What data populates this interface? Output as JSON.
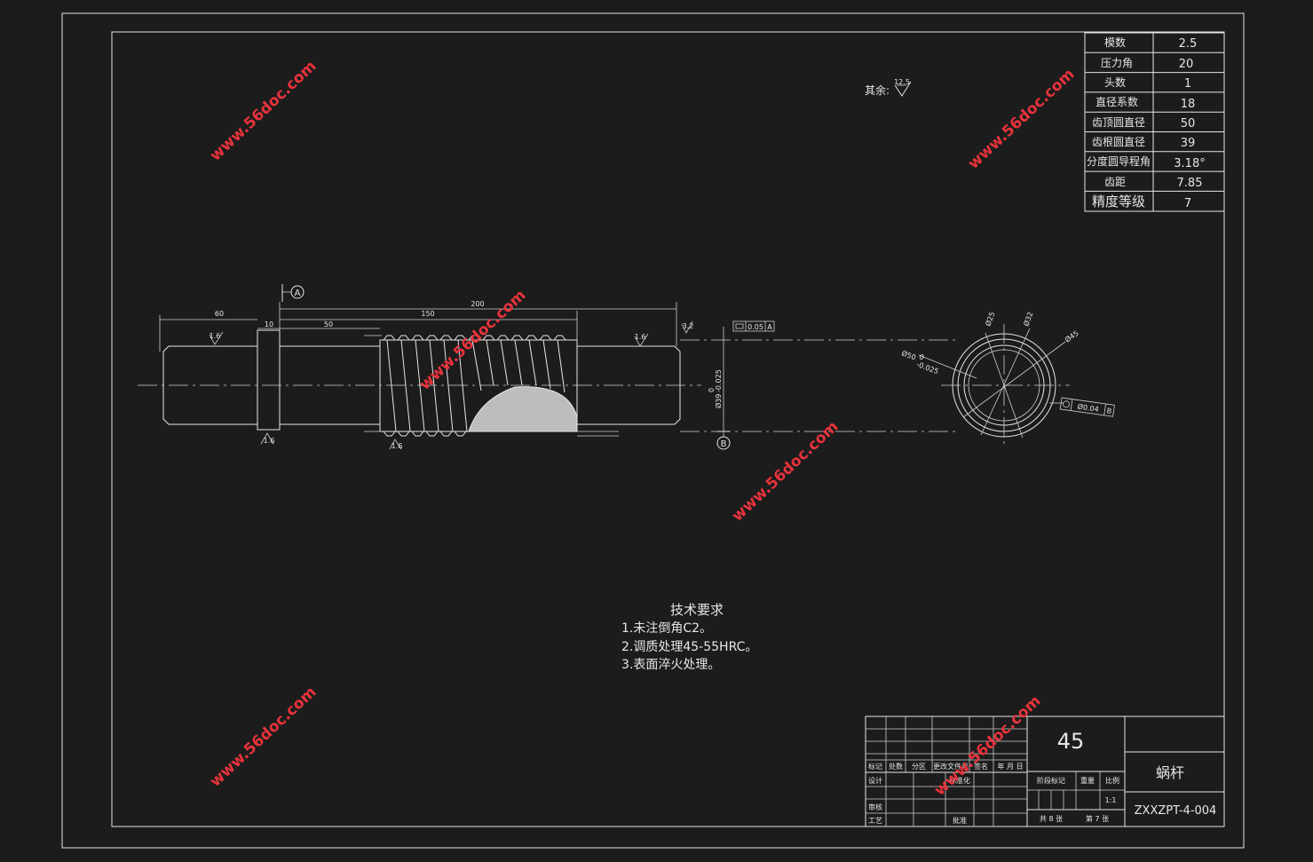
{
  "params_table": {
    "rows": [
      {
        "label": "模数",
        "value": "2.5"
      },
      {
        "label": "压力角",
        "value": "20"
      },
      {
        "label": "头数",
        "value": "1"
      },
      {
        "label": "直径系数",
        "value": "18"
      },
      {
        "label": "齿顶圆直径",
        "value": "50"
      },
      {
        "label": "齿根圆直径",
        "value": "39"
      },
      {
        "label": "分度圆导程角",
        "value": "3.18°"
      },
      {
        "label": "齿距",
        "value": "7.85"
      },
      {
        "label": "精度等级",
        "value": "7"
      }
    ]
  },
  "surface_note": {
    "label": "其余:",
    "value": "12.5"
  },
  "dimensions": {
    "d60": "60",
    "d10": "10",
    "d50": "50",
    "d150": "150",
    "d200": "200",
    "rough_left": "1.6",
    "rough_mid": "1.6",
    "rough_right": "3.2",
    "rough_bottom1": "1.6",
    "rough_bottom2": "1.6",
    "dia39": "Ø39",
    "dia39_tol": "0",
    "dia39_tol2": "-0.025",
    "dia50": "Ø50",
    "dia50_tol": "0",
    "dia50_tol2": "-0.025",
    "dia25": "Ø25",
    "dia32": "Ø32",
    "dia45": "Ø45",
    "datum_a": "A",
    "datum_b": "B",
    "tol_frame_top_val": "0.05",
    "tol_frame_top_ref": "A",
    "tol_frame_right_val": "Ø0.04",
    "tol_frame_right_ref": "B"
  },
  "tech_req": {
    "title": "技术要求",
    "items": [
      "1.未注倒角C2。",
      "2.调质处理45-55HRC。",
      "3.表面淬火处理。"
    ]
  },
  "title_block": {
    "material": "45",
    "part_name": "蜗杆",
    "drawing_no": "ZXXZPT-4-004",
    "h_mark": "标记",
    "h_count": "处数",
    "h_zone": "分区",
    "h_doc": "更改文件号",
    "h_sign": "签名",
    "h_date": "年 月 日",
    "design": "设计",
    "standard": "标准化",
    "review": "审核",
    "process": "工艺",
    "approve": "批准",
    "stage": "阶段标记",
    "weight": "重量",
    "scale_label": "比例",
    "scale": "1:1",
    "sheets_total": "共 8 张",
    "sheet_no": "第 7 张"
  },
  "watermark": "www.56doc.com"
}
